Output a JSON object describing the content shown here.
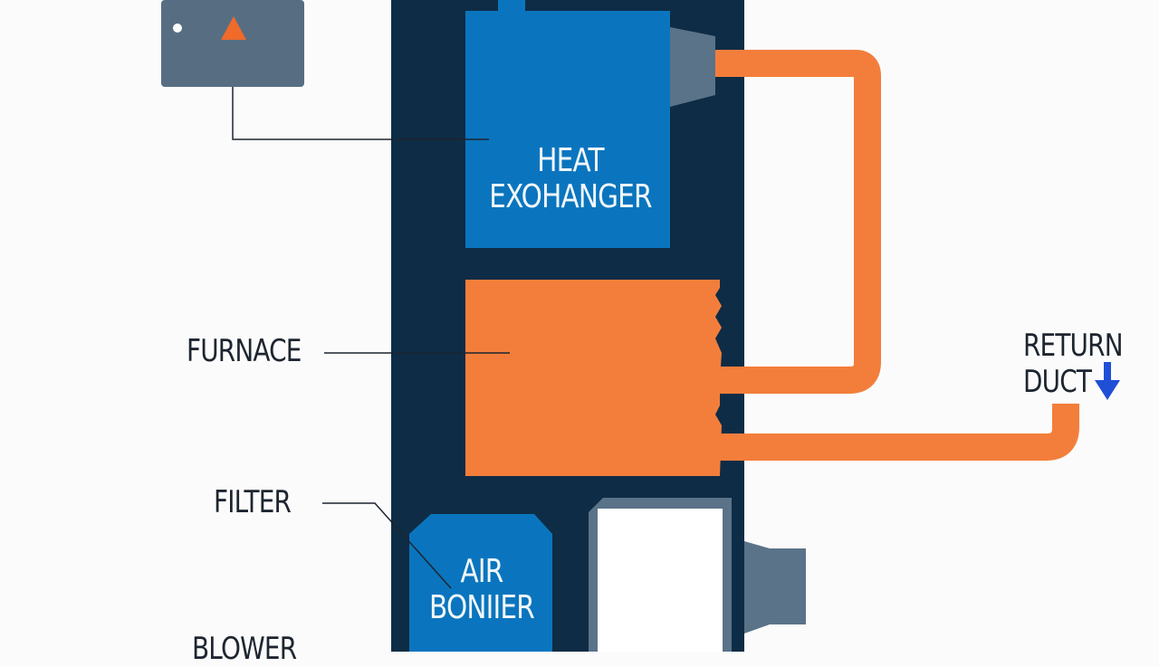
{
  "labels": {
    "heat_exchanger_line1": "HEAT",
    "heat_exchanger_line2": "EXOHANGER",
    "furnace": "FURNACE",
    "return_duct_line1": "RETURN",
    "return_duct_line2": "DUCT",
    "filter": "FILTER",
    "air_blower_line1": "AIR",
    "air_blower_line2": "BONIIER",
    "blower": "BLOWER"
  },
  "colors": {
    "cabinet": "#0e2c45",
    "heat_exchanger": "#0a75be",
    "furnace": "#f37e3b",
    "duct": "#f37e3b",
    "connector": "#5a7388",
    "thermostat": "#576e82",
    "flame": "#f06a2a",
    "arrow": "#1f4fd6",
    "background": "#fbfbfb"
  },
  "icons": {
    "thermostat_flame": "flame-icon",
    "return_arrow": "arrow-down-icon"
  }
}
